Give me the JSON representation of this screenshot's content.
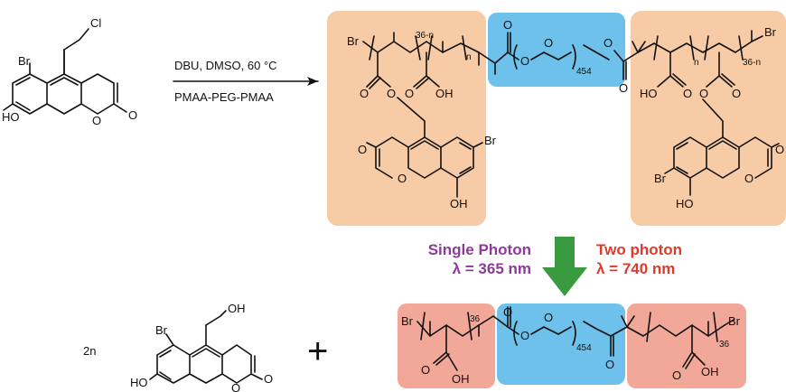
{
  "reactant": {
    "atoms": {
      "cl": "Cl",
      "br": "Br",
      "ho": "HO",
      "o_ring": "O",
      "o_carbonyl": "O"
    }
  },
  "conditions": {
    "line1": "DBU, DMSO, 60 °C",
    "line2": "PMAA-PEG-PMAA"
  },
  "product": {
    "left_block": {
      "br": "Br",
      "repeat_n": "36-n",
      "n": "n",
      "oh": "OH",
      "o_ester": "O",
      "o_ester_carbonyl": "O",
      "o_ring": "O",
      "o_carbonyl": "O",
      "br_ring": "Br",
      "oh_ring": "OH",
      "o_acid": "O"
    },
    "peg": {
      "o1": "O",
      "o2": "O",
      "o3": "O",
      "repeat": "454",
      "o_carbonyl_l": "O",
      "o_carbonyl_r": "O"
    },
    "right_block": {
      "br": "Br",
      "repeat_n": "36-n",
      "n": "n",
      "ho": "HO",
      "o_ester": "O",
      "o_ester_carbonyl": "O",
      "o_ring": "O",
      "o_carbonyl": "O",
      "br_ring": "Br",
      "ho_ring": "HO",
      "o_acid": "O"
    }
  },
  "photolysis": {
    "single_label": "Single Photon",
    "single_wavelength": "λ = 365 nm",
    "two_label": "Two photon",
    "two_wavelength": "λ = 740 nm",
    "colors": {
      "single": "#8e3a9a",
      "two": "#e0392b",
      "arrow": "#3a9a3f"
    }
  },
  "byproduct": {
    "coefficient": "2n",
    "atoms": {
      "oh": "OH",
      "br": "Br",
      "ho": "HO",
      "o_ring": "O",
      "o_carbonyl": "O"
    }
  },
  "plus": "+",
  "final_product": {
    "br_left": "Br",
    "repeat_left": "36",
    "o_acid_left": "O",
    "oh_left": "OH",
    "o_carbonyl_l": "O",
    "o1": "O",
    "o2": "O",
    "peg_repeat": "454",
    "o_carbonyl_r": "O",
    "br_right": "Br",
    "repeat_right": "36",
    "o_acid_right": "O",
    "oh_right": "OH"
  },
  "colors": {
    "pmaa_block": "#f7cba6",
    "peg_block": "#6ec1ea",
    "pmaa_cleaved": "#f2a899"
  }
}
